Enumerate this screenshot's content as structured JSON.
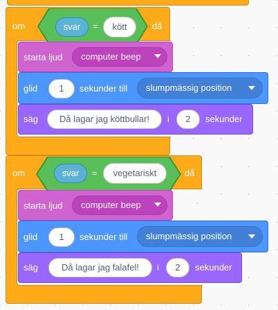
{
  "scripts": [
    {
      "if_keyword": "om",
      "then_keyword": "då",
      "condition": {
        "variable": "svar",
        "operator": "=",
        "value": "kött"
      },
      "play_sound": {
        "label": "starta ljud",
        "sound": "computer beep"
      },
      "glide": {
        "label": "glid",
        "seconds": "1",
        "unit_label": "sekunder till",
        "target": "slumpmässig position"
      },
      "say": {
        "label": "säg",
        "message": "Då lagar jag köttbullar!",
        "sep": "i",
        "seconds": "2",
        "unit_label": "sekunder"
      }
    },
    {
      "if_keyword": "om",
      "then_keyword": "då",
      "condition": {
        "variable": "svar",
        "operator": "=",
        "value": "vegetariskt"
      },
      "play_sound": {
        "label": "starta ljud",
        "sound": "computer beep"
      },
      "glide": {
        "label": "glid",
        "seconds": "1",
        "unit_label": "sekunder till",
        "target": "slumpmässig position"
      },
      "say": {
        "label": "säg",
        "message": "Då lagar jag falafel!",
        "sep": "i",
        "seconds": "2",
        "unit_label": "sekunder"
      }
    }
  ],
  "colors": {
    "control": "#ffab19",
    "operators": "#59c059",
    "sensing": "#5cb1d6",
    "sound": "#cf63cf",
    "motion": "#4c97ff",
    "looks": "#9966ff"
  }
}
